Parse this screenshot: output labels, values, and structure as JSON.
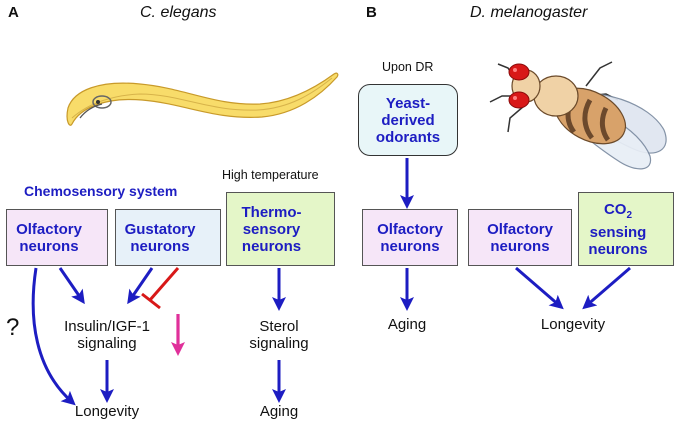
{
  "panel_a": {
    "letter": "A",
    "species": "C. elegans",
    "chemosensory_label": "Chemosensory system",
    "high_temp_label": "High temperature",
    "olfactory_box": "Olfactory\nneurons",
    "gustatory_box": "Gustatory\nneurons",
    "thermo_box": "Thermo-\nsensory\nneurons",
    "insulin_label": "Insulin/IGF-1\nsignaling",
    "sterol_label": "Sterol\nsignaling",
    "longevity_label": "Longevity",
    "aging_label": "Aging",
    "question_mark": "?"
  },
  "panel_b": {
    "letter": "B",
    "species": "D. melanogaster",
    "upon_dr_label": "Upon DR",
    "yeast_box": "Yeast-\nderived\nodorants",
    "olfactory_box_1": "Olfactory\nneurons",
    "olfactory_box_2": "Olfactory\nneurons",
    "co2_box_main": "CO",
    "co2_box_sub": "2",
    "co2_box_rest": "sensing\nneurons",
    "aging_label": "Aging",
    "longevity_label": "Longevity"
  },
  "colors": {
    "arrow_blue": "#1d1dc2",
    "down_arrow_pink": "#e0309a",
    "inhibit_red": "#d81818",
    "box_text_blue": "#1d1dc2",
    "box_pink": "#f6e6f8",
    "box_light_blue": "#e7f1f9",
    "box_green": "#e4f6c8",
    "box_cyan": "#e8f6f8",
    "worm_yellow": "#f8dc6a"
  }
}
